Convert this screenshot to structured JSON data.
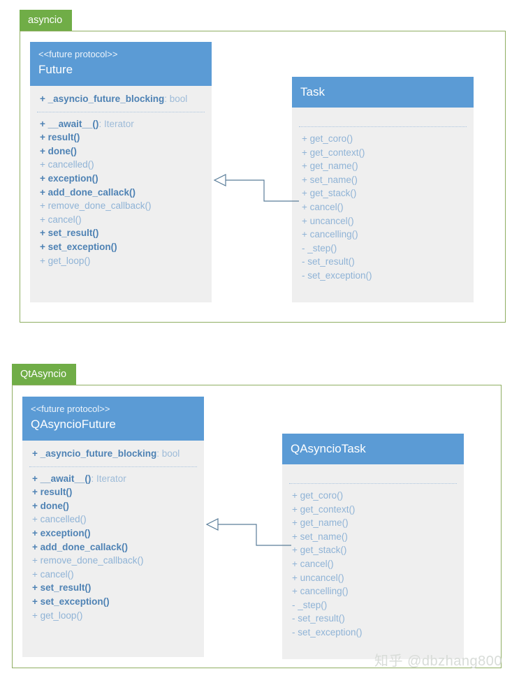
{
  "diagram": {
    "title": "asyncio / QtAsyncio class diagram",
    "colors": {
      "package_accent": "#70AD47",
      "package_border": "#8FAE62",
      "class_header": "#5B9BD5",
      "class_body": "#EFEFEF",
      "member_regular": "#8FB3D6",
      "member_bold": "#4E82B4",
      "connector": "#5A7D99"
    }
  },
  "packages": [
    {
      "name": "asyncio",
      "classes": [
        {
          "key": "future",
          "stereotype": "<<future protocol>>",
          "name": "Future",
          "attributes": [
            {
              "visibility": "+",
              "name": "_asyncio_future_blocking",
              "type": ": bool",
              "bold": true
            }
          ],
          "operations": [
            {
              "visibility": "+",
              "name": "__await__()",
              "type": ": Iterator",
              "bold": true
            },
            {
              "visibility": "+",
              "name": "result()",
              "type": "",
              "bold": true
            },
            {
              "visibility": "+",
              "name": "done()",
              "type": "",
              "bold": true
            },
            {
              "visibility": "+",
              "name": "cancelled()",
              "type": "",
              "bold": false
            },
            {
              "visibility": "+",
              "name": "exception()",
              "type": "",
              "bold": true
            },
            {
              "visibility": "+",
              "name": "add_done_callack()",
              "type": "",
              "bold": true
            },
            {
              "visibility": "+",
              "name": "remove_done_callback()",
              "type": "",
              "bold": false
            },
            {
              "visibility": "+",
              "name": "cancel()",
              "type": "",
              "bold": false
            },
            {
              "visibility": "+",
              "name": "set_result()",
              "type": "",
              "bold": true
            },
            {
              "visibility": "+",
              "name": "set_exception()",
              "type": "",
              "bold": true
            },
            {
              "visibility": "+",
              "name": "get_loop()",
              "type": "",
              "bold": false
            }
          ]
        },
        {
          "key": "task",
          "stereotype": "",
          "name": "Task",
          "attributes": [],
          "operations": [
            {
              "visibility": "+",
              "name": "get_coro()",
              "type": "",
              "bold": false
            },
            {
              "visibility": "+",
              "name": "get_context()",
              "type": "",
              "bold": false
            },
            {
              "visibility": "+",
              "name": "get_name()",
              "type": "",
              "bold": false
            },
            {
              "visibility": "+",
              "name": "set_name()",
              "type": "",
              "bold": false
            },
            {
              "visibility": "+",
              "name": "get_stack()",
              "type": "",
              "bold": false
            },
            {
              "visibility": "+",
              "name": "cancel()",
              "type": "",
              "bold": false
            },
            {
              "visibility": "+",
              "name": "uncancel()",
              "type": "",
              "bold": false
            },
            {
              "visibility": "+",
              "name": "cancelling()",
              "type": "",
              "bold": false
            },
            {
              "visibility": "-",
              "name": "_step()",
              "type": "",
              "bold": false
            },
            {
              "visibility": "-",
              "name": "set_result()",
              "type": "",
              "bold": false
            },
            {
              "visibility": "-",
              "name": "set_exception()",
              "type": "",
              "bold": false
            }
          ]
        }
      ],
      "relationship": {
        "type": "generalization",
        "from": "task",
        "to": "future"
      }
    },
    {
      "name": "QtAsyncio",
      "classes": [
        {
          "key": "qasynciofuture",
          "stereotype": "<<future protocol>>",
          "name": "QAsyncioFuture",
          "attributes": [
            {
              "visibility": "+",
              "name": "_asyncio_future_blocking",
              "type": ": bool",
              "bold": true
            }
          ],
          "operations": [
            {
              "visibility": "+",
              "name": "__await__()",
              "type": ": Iterator",
              "bold": true
            },
            {
              "visibility": "+",
              "name": "result()",
              "type": "",
              "bold": true
            },
            {
              "visibility": "+",
              "name": "done()",
              "type": "",
              "bold": true
            },
            {
              "visibility": "+",
              "name": "cancelled()",
              "type": "",
              "bold": false
            },
            {
              "visibility": "+",
              "name": "exception()",
              "type": "",
              "bold": true
            },
            {
              "visibility": "+",
              "name": "add_done_callack()",
              "type": "",
              "bold": true
            },
            {
              "visibility": "+",
              "name": "remove_done_callback()",
              "type": "",
              "bold": false
            },
            {
              "visibility": "+",
              "name": "cancel()",
              "type": "",
              "bold": false
            },
            {
              "visibility": "+",
              "name": "set_result()",
              "type": "",
              "bold": true
            },
            {
              "visibility": "+",
              "name": "set_exception()",
              "type": "",
              "bold": true
            },
            {
              "visibility": "+",
              "name": "get_loop()",
              "type": "",
              "bold": false
            }
          ]
        },
        {
          "key": "qasynciotask",
          "stereotype": "",
          "name": "QAsyncioTask",
          "attributes": [],
          "operations": [
            {
              "visibility": "+",
              "name": "get_coro()",
              "type": "",
              "bold": false
            },
            {
              "visibility": "+",
              "name": "get_context()",
              "type": "",
              "bold": false
            },
            {
              "visibility": "+",
              "name": "get_name()",
              "type": "",
              "bold": false
            },
            {
              "visibility": "+",
              "name": "set_name()",
              "type": "",
              "bold": false
            },
            {
              "visibility": "+",
              "name": "get_stack()",
              "type": "",
              "bold": false
            },
            {
              "visibility": "+",
              "name": "cancel()",
              "type": "",
              "bold": false
            },
            {
              "visibility": "+",
              "name": "uncancel()",
              "type": "",
              "bold": false
            },
            {
              "visibility": "+",
              "name": "cancelling()",
              "type": "",
              "bold": false
            },
            {
              "visibility": "-",
              "name": "_step()",
              "type": "",
              "bold": false
            },
            {
              "visibility": "-",
              "name": "set_result()",
              "type": "",
              "bold": false
            },
            {
              "visibility": "-",
              "name": "set_exception()",
              "type": "",
              "bold": false
            }
          ]
        }
      ],
      "relationship": {
        "type": "generalization",
        "from": "qasynciotask",
        "to": "qasynciofuture"
      }
    }
  ],
  "watermark": {
    "text": "知乎 @dbzhang800"
  }
}
